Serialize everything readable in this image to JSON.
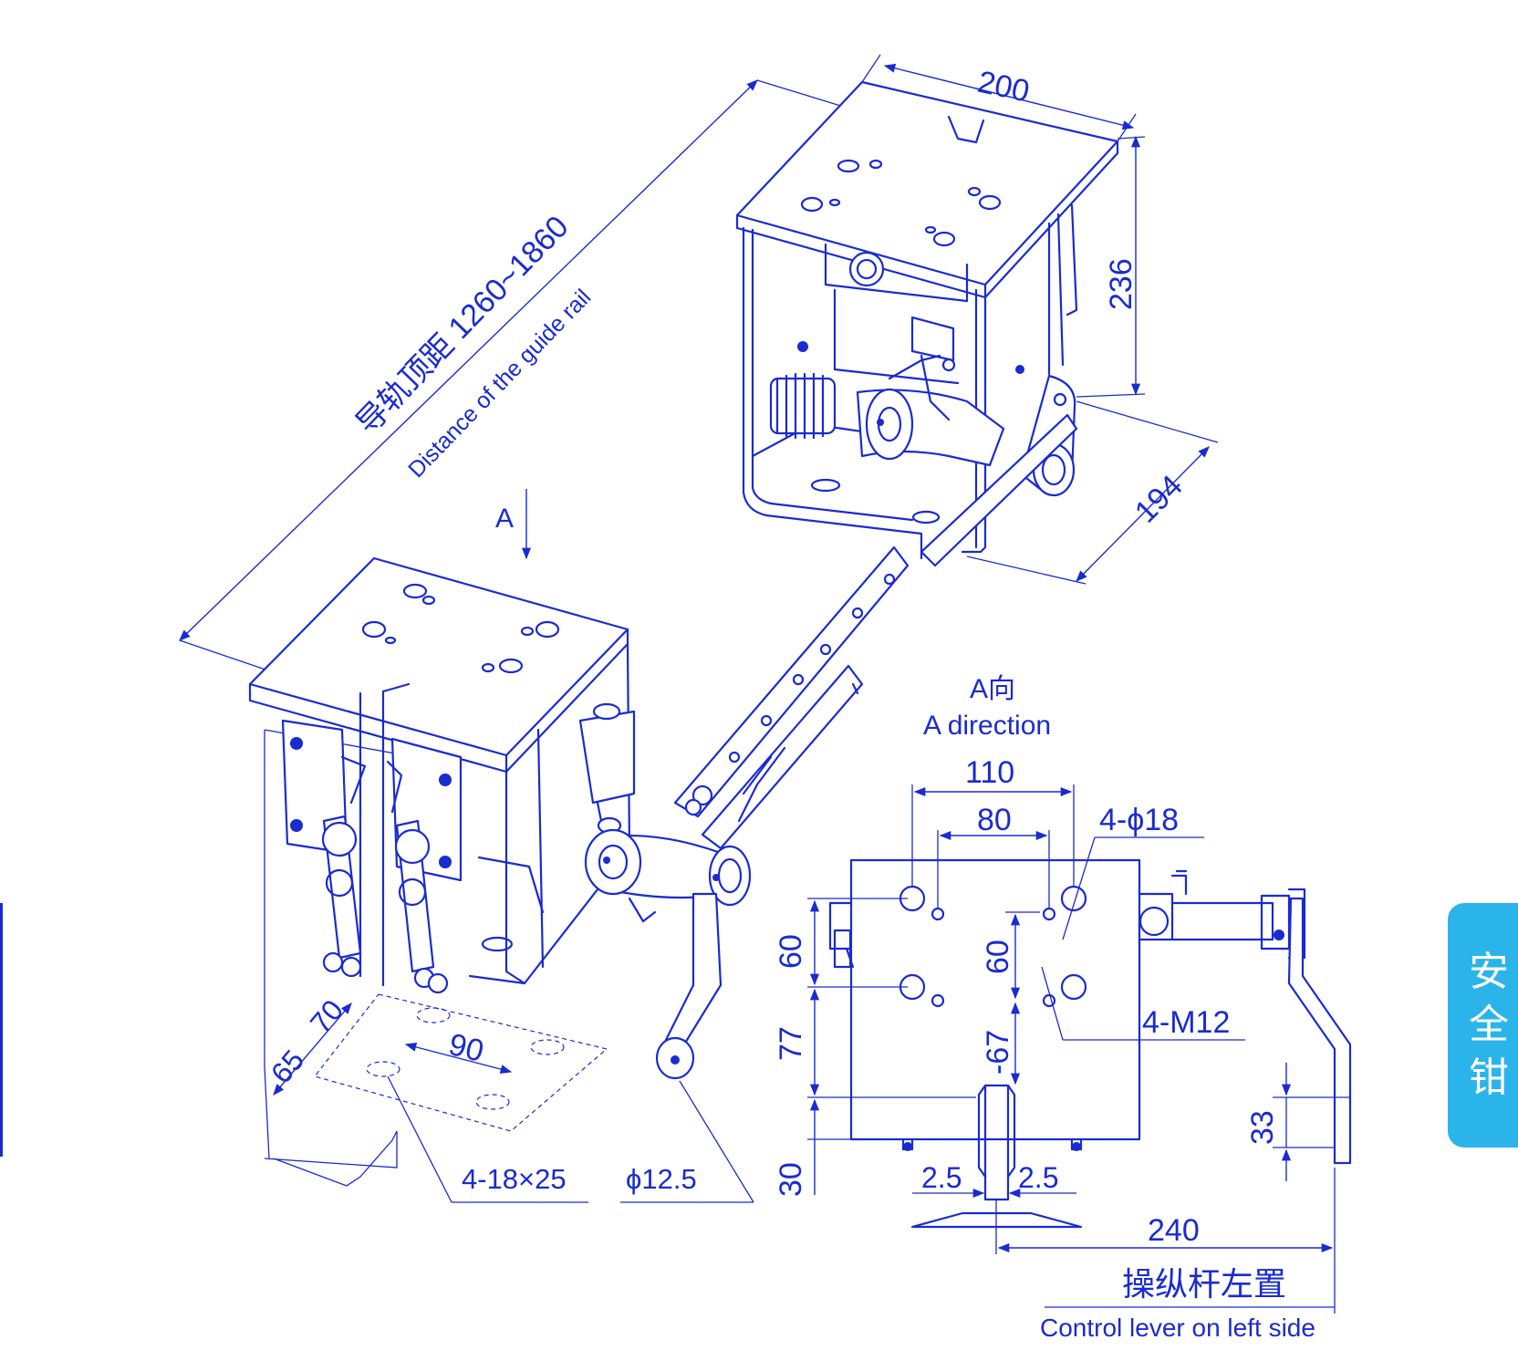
{
  "side_tab": {
    "title": "安全钳"
  },
  "labels": {
    "distance_cn": "导轨顶距 1260~1860",
    "distance_en": "Distance of the guide rail",
    "view_marker": "A",
    "view_title_cn": "A向",
    "view_title_en": "A direction",
    "holes_phi18": "4-ϕ18",
    "holes_m12": "4-M12",
    "slots": "4-18×25",
    "pin_dia": "ϕ12.5",
    "lever_cn": "操纵杆左置",
    "lever_en": "Control lever on left side"
  },
  "dimensions": {
    "top_width": "200",
    "height": "236",
    "depth": "194",
    "hole_span_outer": "110",
    "hole_span_inner": "80",
    "v60_left": "60",
    "v60_right": "60",
    "v77": "77",
    "v67": "-67",
    "v30": "30",
    "v33": "33",
    "gap_left": "2.5",
    "gap_right": "2.5",
    "lever_length": "240",
    "base_65": "65",
    "base_70": "70",
    "base_90": "90"
  },
  "colors": {
    "line": "#1a2bd0",
    "tab": "#2ab4ea",
    "tab_text": "#ffffff"
  }
}
